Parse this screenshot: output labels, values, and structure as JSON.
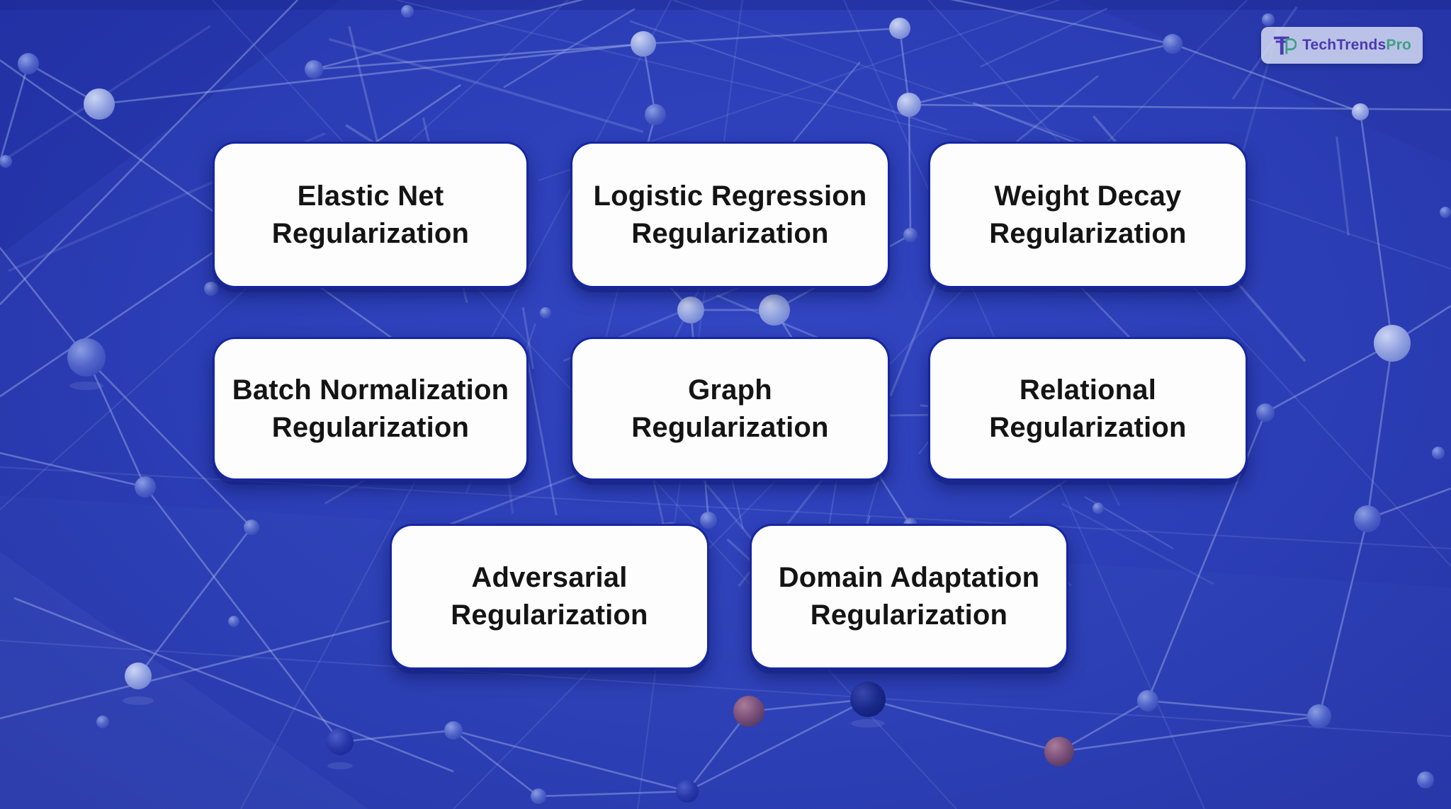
{
  "page": {
    "background_color": "#2c3eb6",
    "card_background": "#fdfdfe",
    "card_border_color": "#1626a2",
    "card_text_color": "#141414",
    "theme": "3d-neural-network-nodes"
  },
  "cards": [
    {
      "label": "Elastic Net\nRegularization"
    },
    {
      "label": "Logistic Regression\nRegularization"
    },
    {
      "label": "Weight Decay\nRegularization"
    },
    {
      "label": "Batch Normalization\nRegularization"
    },
    {
      "label": "Graph\nRegularization"
    },
    {
      "label": "Relational\nRegularization"
    },
    {
      "label": "Adversarial\nRegularization"
    },
    {
      "label": "Domain Adaptation\nRegularization"
    }
  ],
  "logo": {
    "text_primary": "TechTrends",
    "text_suffix": "Pro",
    "primary_color": "#4b3ab1",
    "suffix_color": "#3fa183",
    "badge_background": "#e0e5f6"
  }
}
